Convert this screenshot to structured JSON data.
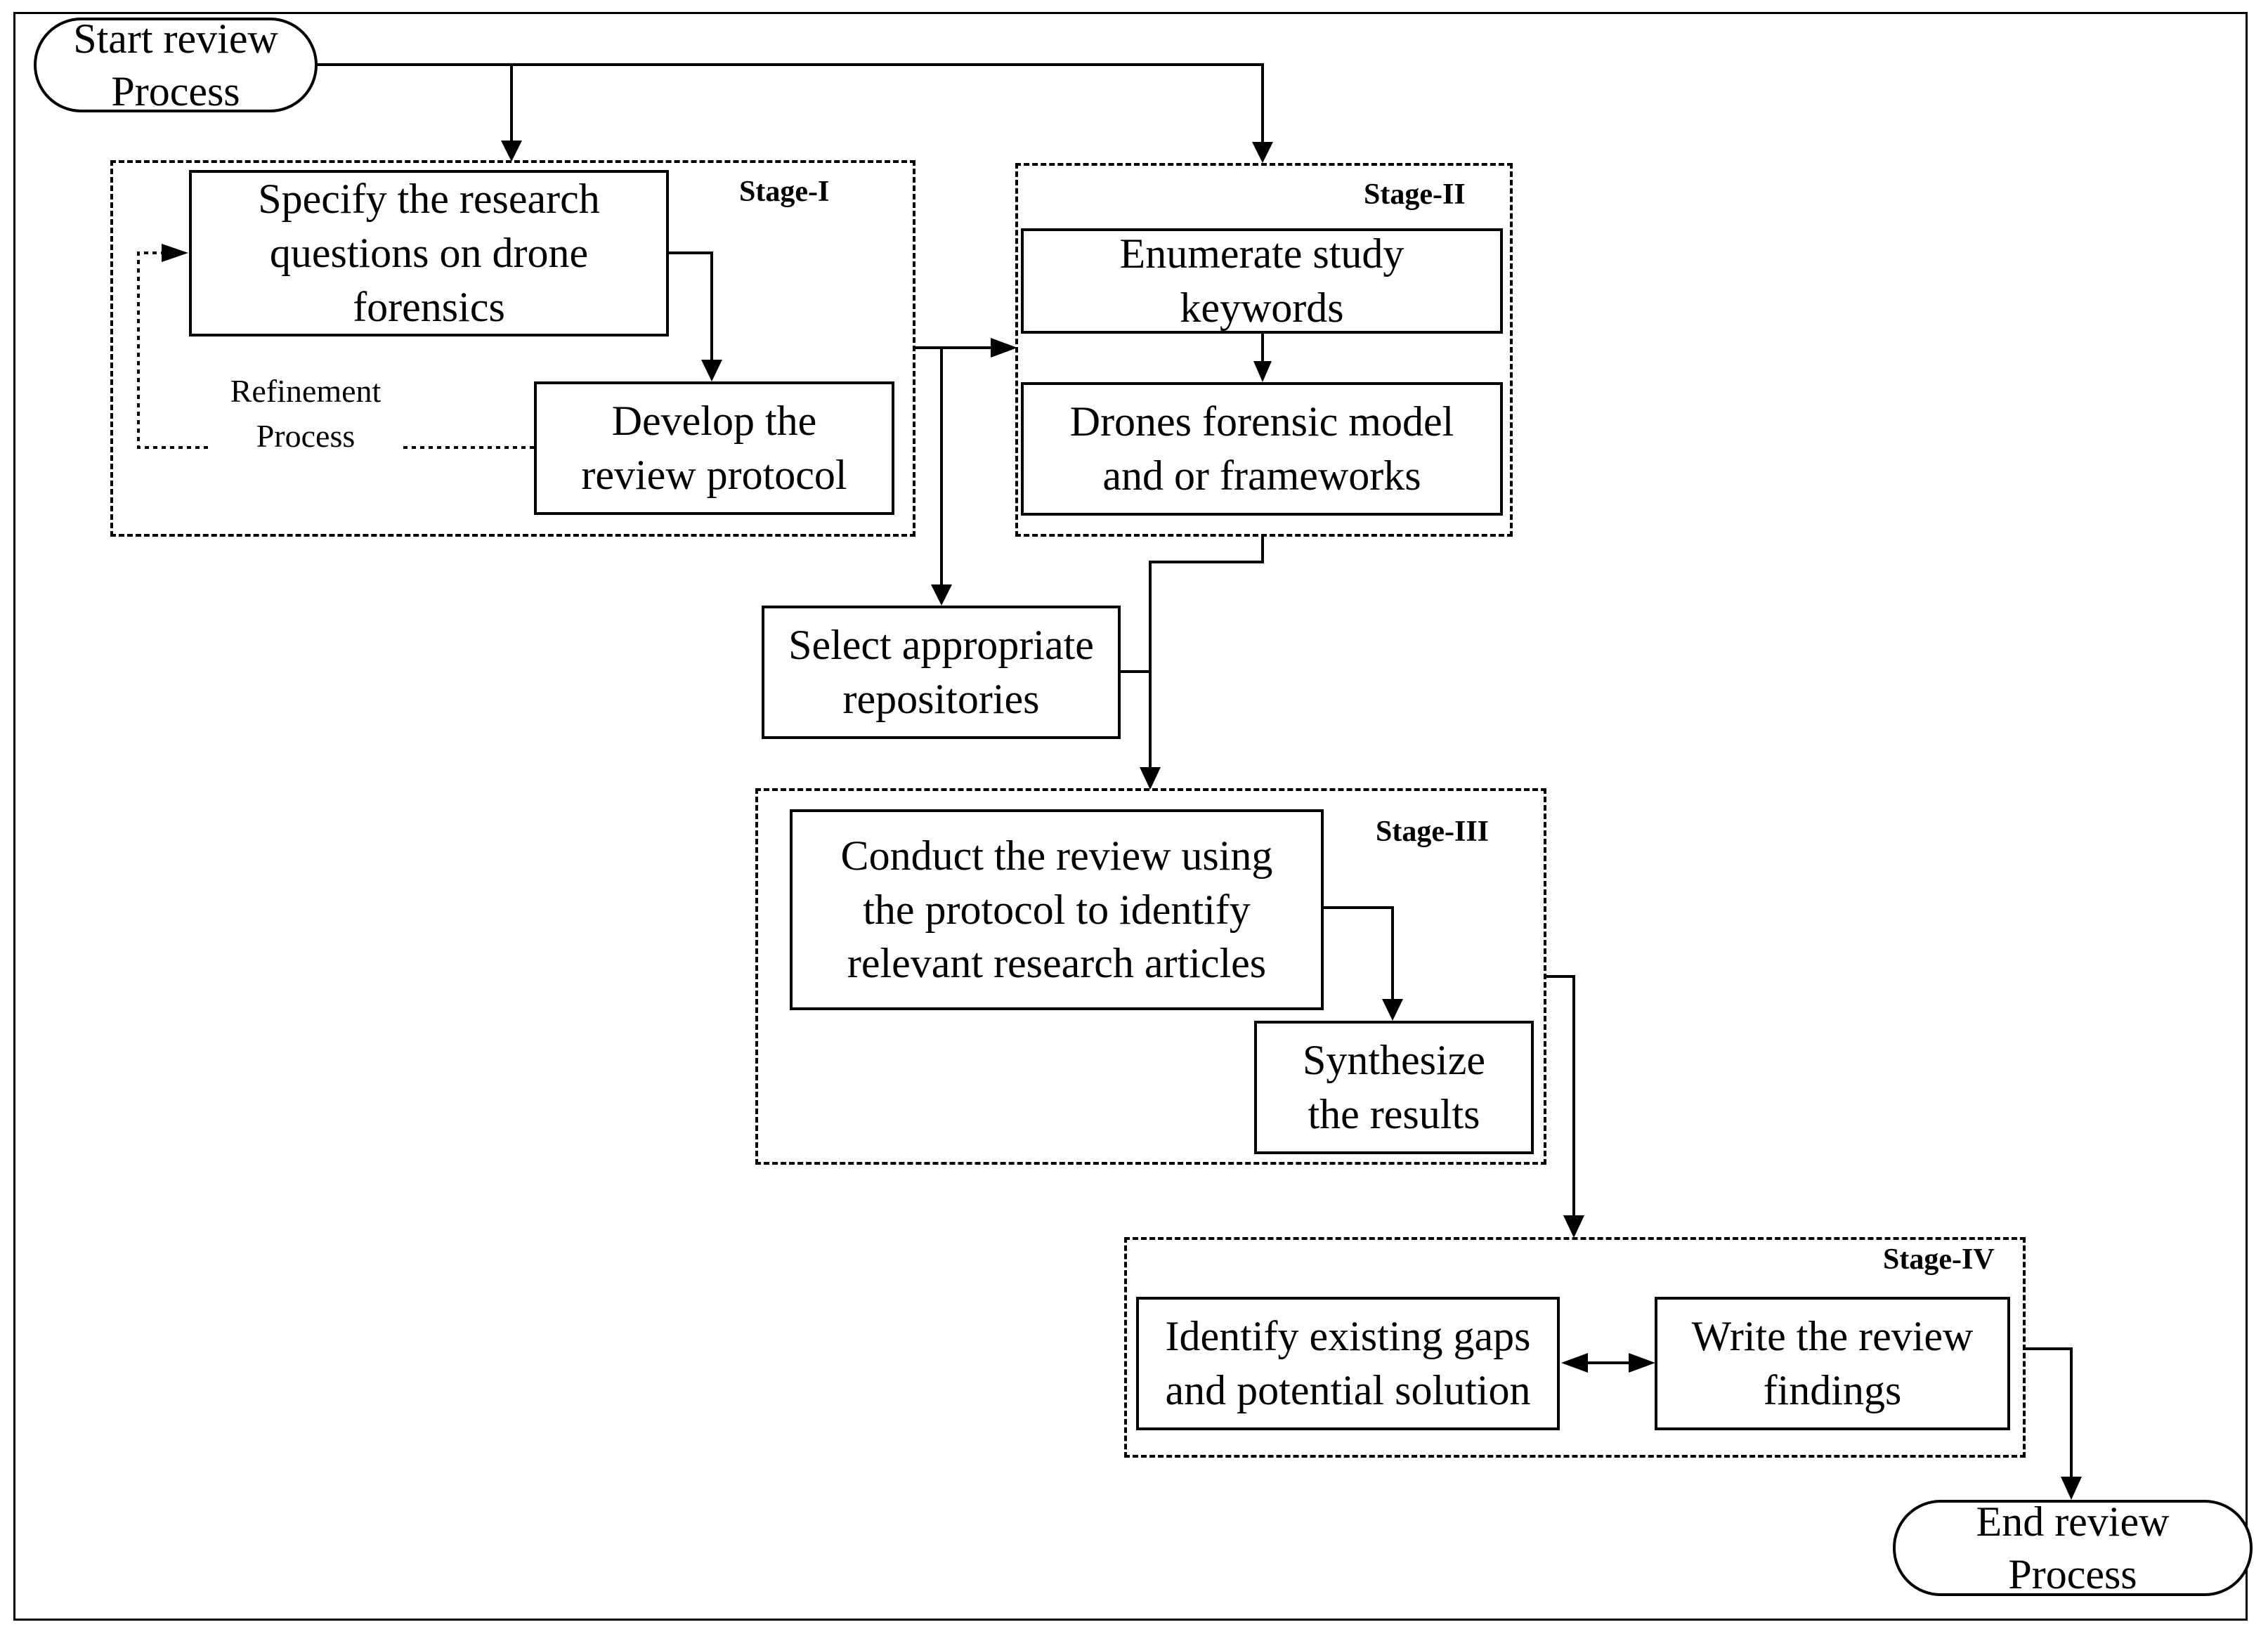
{
  "terminals": {
    "start": "Start review Process",
    "end": "End review Process"
  },
  "stages": {
    "stage1": "Stage-I",
    "stage2": "Stage-II",
    "stage3": "Stage-III",
    "stage4": "Stage-IV"
  },
  "steps": {
    "specify_questions": "Specify the research questions on drone forensics",
    "develop_protocol": "Develop the review protocol",
    "refinement": "Refinement Process",
    "enumerate_keywords": "Enumerate study keywords",
    "drone_models": "Drones forensic model and or frameworks",
    "select_repositories": "Select appropriate repositories",
    "conduct_review": "Conduct the review using the protocol to identify relevant research articles",
    "synthesize": "Synthesize the results",
    "identify_gaps": "Identify existing gaps and potential solution",
    "write_findings": "Write the review findings"
  },
  "colors": {
    "line": "#000000",
    "background": "#ffffff"
  }
}
